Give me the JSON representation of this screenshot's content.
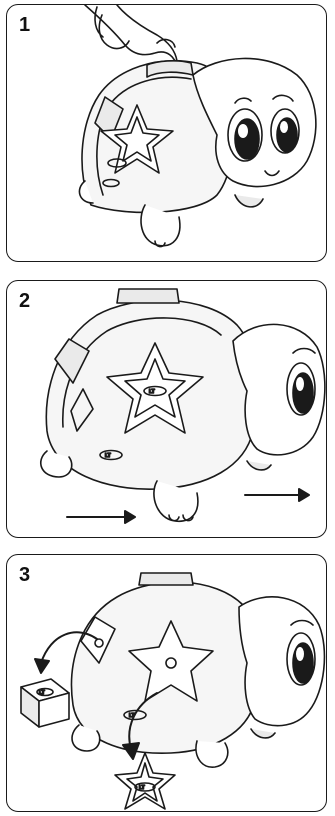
{
  "steps": [
    {
      "number": "1",
      "logo": "Little Tikes"
    },
    {
      "number": "2",
      "logo": "Little Tikes"
    },
    {
      "number": "3",
      "logo": "Little Tikes"
    }
  ],
  "colors": {
    "line": "#1a1a1a",
    "shell_fill": "#f4f4f4",
    "background": "#ffffff"
  }
}
